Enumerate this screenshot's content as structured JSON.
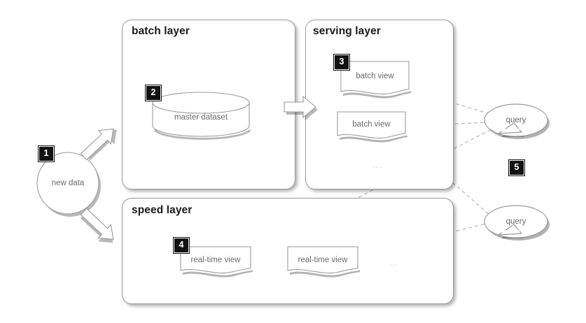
{
  "diagram": {
    "title": "lambda-architecture",
    "background": "#ffffff",
    "line_color": "#9a9a9a",
    "dash_color": "#b0b0b0",
    "badge_bg": "#111111",
    "badge_fg": "#ffffff",
    "label_color": "#6b6b6b",
    "heading_color": "#1a1a1a"
  },
  "source": {
    "label": "new data",
    "badge": "1"
  },
  "arrows": {
    "to_batch": "arrow-up-right",
    "to_speed": "arrow-down-right",
    "batch_to_serving": "arrow-right"
  },
  "layers": [
    {
      "key": "batch",
      "title": "batch layer",
      "nodes": [
        {
          "label": "master dataset",
          "badge": "2",
          "shape": "cylinder"
        }
      ],
      "ellipsis": null
    },
    {
      "key": "serving",
      "title": "serving layer",
      "nodes": [
        {
          "label": "batch view",
          "badge": "3",
          "shape": "document"
        },
        {
          "label": "batch view",
          "badge": null,
          "shape": "document"
        }
      ],
      "ellipsis": "..."
    },
    {
      "key": "speed",
      "title": "speed layer",
      "nodes": [
        {
          "label": "real-time view",
          "badge": "4",
          "shape": "document"
        },
        {
          "label": "real-time view",
          "badge": null,
          "shape": "document"
        }
      ],
      "ellipsis": "..."
    }
  ],
  "queries": [
    {
      "label": "query",
      "badge": null
    },
    {
      "label": "query",
      "badge": null
    }
  ],
  "query_badge": "5"
}
